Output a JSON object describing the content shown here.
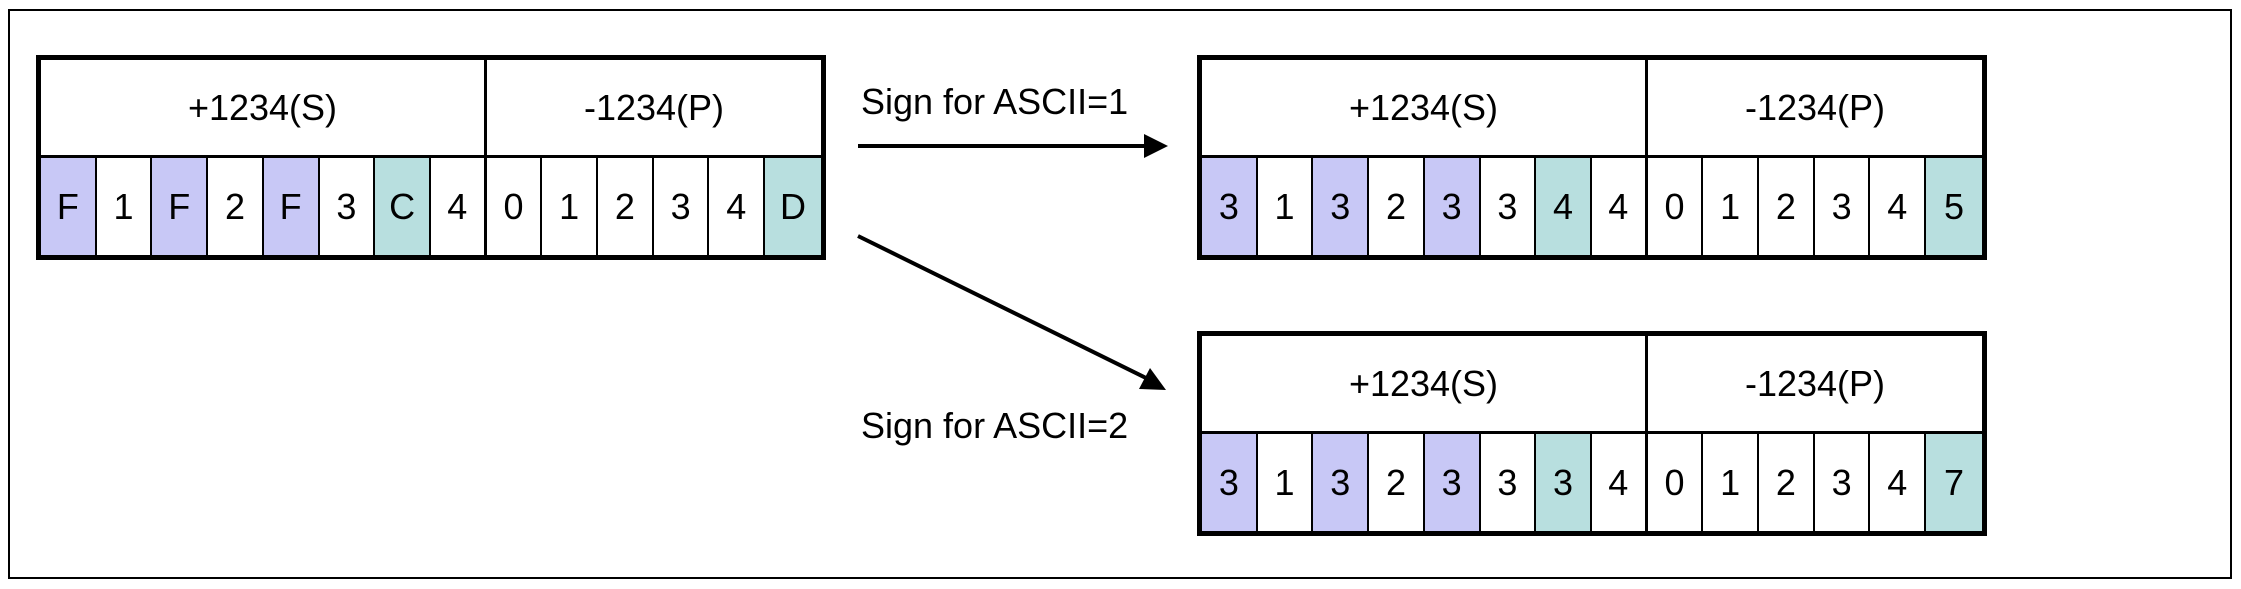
{
  "colors": {
    "zone": "#c8c8f6",
    "sign": "#b8dfdf",
    "plain": "#ffffff"
  },
  "tables": [
    {
      "headers": [
        "+1234(S)",
        "-1234(P)"
      ],
      "cells": [
        {
          "text": "F",
          "kind": "zone"
        },
        {
          "text": "1",
          "kind": "plain"
        },
        {
          "text": "F",
          "kind": "zone"
        },
        {
          "text": "2",
          "kind": "plain"
        },
        {
          "text": "F",
          "kind": "zone"
        },
        {
          "text": "3",
          "kind": "plain"
        },
        {
          "text": "C",
          "kind": "sign"
        },
        {
          "text": "4",
          "kind": "plain"
        },
        {
          "text": "0",
          "kind": "plain"
        },
        {
          "text": "1",
          "kind": "plain"
        },
        {
          "text": "2",
          "kind": "plain"
        },
        {
          "text": "3",
          "kind": "plain"
        },
        {
          "text": "4",
          "kind": "plain"
        },
        {
          "text": "D",
          "kind": "sign"
        }
      ]
    },
    {
      "headers": [
        "+1234(S)",
        "-1234(P)"
      ],
      "cells": [
        {
          "text": "3",
          "kind": "zone"
        },
        {
          "text": "1",
          "kind": "plain"
        },
        {
          "text": "3",
          "kind": "zone"
        },
        {
          "text": "2",
          "kind": "plain"
        },
        {
          "text": "3",
          "kind": "zone"
        },
        {
          "text": "3",
          "kind": "plain"
        },
        {
          "text": "4",
          "kind": "sign"
        },
        {
          "text": "4",
          "kind": "plain"
        },
        {
          "text": "0",
          "kind": "plain"
        },
        {
          "text": "1",
          "kind": "plain"
        },
        {
          "text": "2",
          "kind": "plain"
        },
        {
          "text": "3",
          "kind": "plain"
        },
        {
          "text": "4",
          "kind": "plain"
        },
        {
          "text": "5",
          "kind": "sign"
        }
      ]
    },
    {
      "headers": [
        "+1234(S)",
        "-1234(P)"
      ],
      "cells": [
        {
          "text": "3",
          "kind": "zone"
        },
        {
          "text": "1",
          "kind": "plain"
        },
        {
          "text": "3",
          "kind": "zone"
        },
        {
          "text": "2",
          "kind": "plain"
        },
        {
          "text": "3",
          "kind": "zone"
        },
        {
          "text": "3",
          "kind": "plain"
        },
        {
          "text": "3",
          "kind": "sign"
        },
        {
          "text": "4",
          "kind": "plain"
        },
        {
          "text": "0",
          "kind": "plain"
        },
        {
          "text": "1",
          "kind": "plain"
        },
        {
          "text": "2",
          "kind": "plain"
        },
        {
          "text": "3",
          "kind": "plain"
        },
        {
          "text": "4",
          "kind": "plain"
        },
        {
          "text": "7",
          "kind": "sign"
        }
      ]
    }
  ],
  "arrows": {
    "ascii1_label": "Sign for ASCII=1",
    "ascii2_label": "Sign for ASCII=2"
  }
}
